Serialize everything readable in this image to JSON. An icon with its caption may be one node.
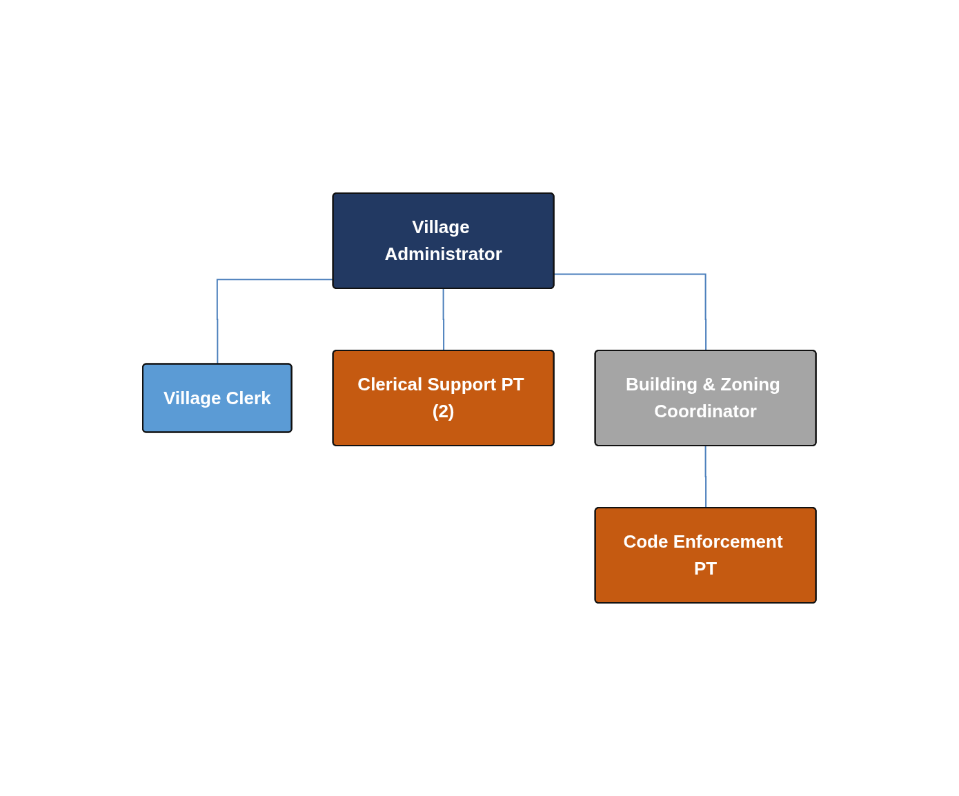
{
  "diagram": {
    "nodes": [
      {
        "text": [
          "Village Administrator"
        ]
      },
      {
        "text": [
          "Village Clerk"
        ]
      },
      {
        "text": [
          "Clerical Support PT (2)"
        ]
      },
      {
        "text": [
          "Building & Zoning Coordinator"
        ]
      },
      {
        "text": [
          "Code Enforcement PT"
        ]
      }
    ],
    "edges": [
      {
        "from": 0,
        "to": 1,
        "arrow": "none"
      },
      {
        "from": 0,
        "to": 2,
        "arrow": "none"
      },
      {
        "from": 0,
        "to": 3,
        "arrow": "none"
      },
      {
        "from": 3,
        "to": 4,
        "arrow": "none"
      }
    ]
  }
}
